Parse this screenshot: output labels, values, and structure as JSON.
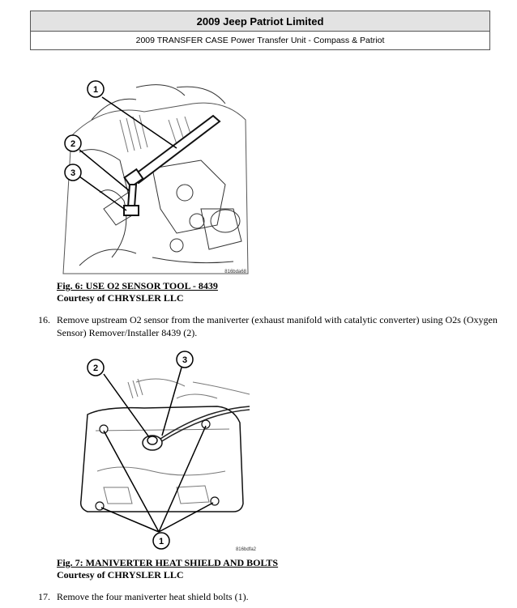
{
  "header": {
    "title": "2009 Jeep Patriot Limited",
    "subtitle": "2009 TRANSFER CASE Power Transfer Unit - Compass & Patriot"
  },
  "figure6": {
    "callouts": [
      "1",
      "2",
      "3"
    ],
    "image_code": "816bda68",
    "caption_title": "Fig. 6: USE O2 SENSOR TOOL - 8439",
    "caption_credit": "Courtesy of CHRYSLER LLC"
  },
  "step16": {
    "number": "16.",
    "text": "Remove upstream O2 sensor from the maniverter (exhaust manifold with catalytic converter) using O2s (Oxygen Sensor) Remover/Installer 8439 (2)."
  },
  "figure7": {
    "callouts": [
      "1",
      "2",
      "3"
    ],
    "image_code": "816bdfa2",
    "caption_title": "Fig. 7: MANIVERTER HEAT SHIELD AND BOLTS",
    "caption_credit": "Courtesy of CHRYSLER LLC"
  },
  "step17": {
    "number": "17.",
    "text": "Remove the four maniverter heat shield bolts (1)."
  }
}
